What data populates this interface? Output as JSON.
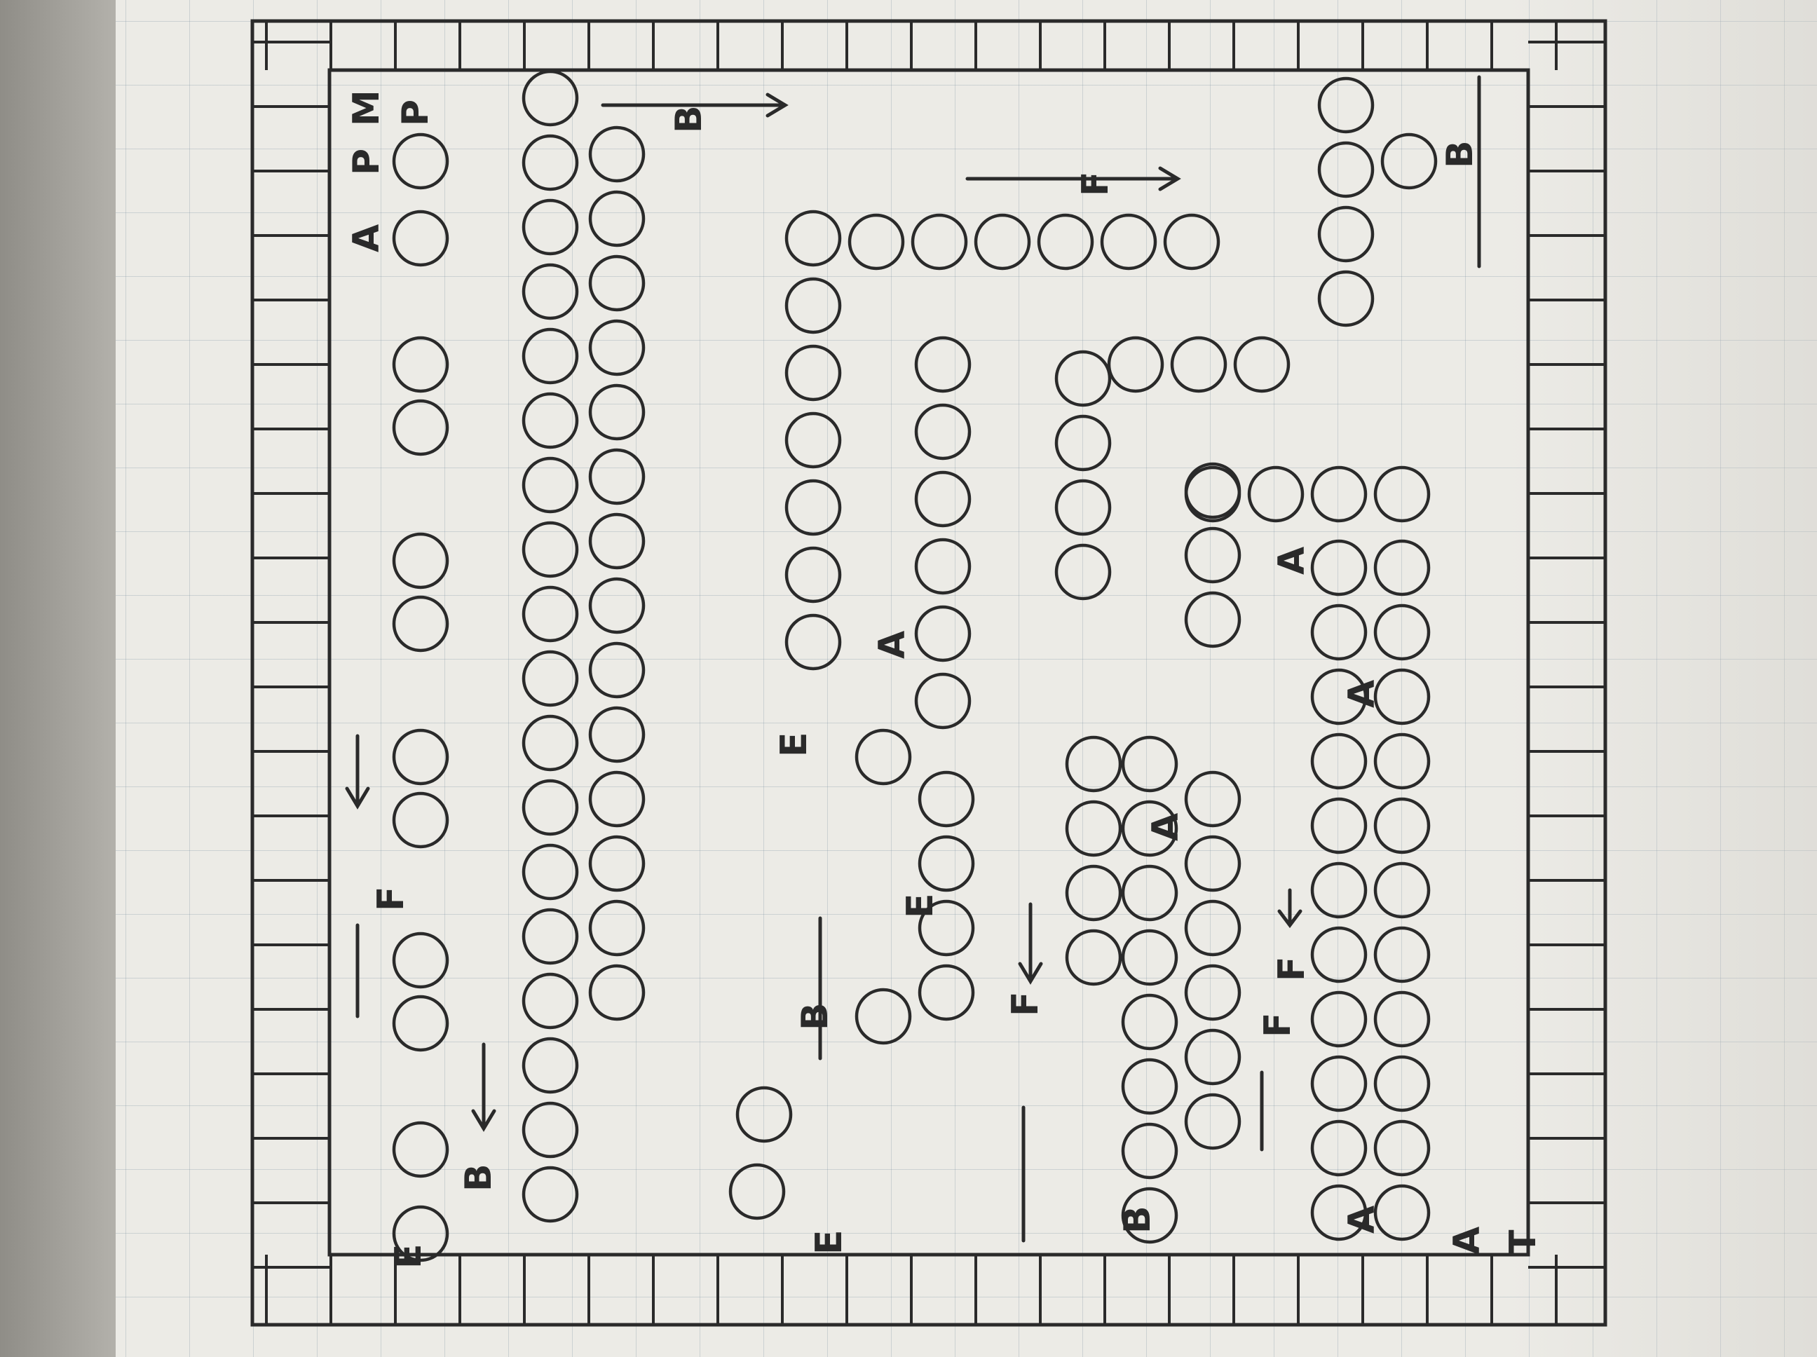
{
  "sketch": {
    "labels": [
      "A",
      "P",
      "M",
      "P",
      "F",
      "B",
      "E",
      "B",
      "A",
      "F",
      "B",
      "B",
      "F",
      "E",
      "E",
      "B",
      "F",
      "A",
      "A",
      "A",
      "F",
      "A",
      "E",
      "A",
      "T"
    ],
    "colors": {
      "ink": "#2a2a2a",
      "paper": "#ecebe6",
      "grid": "#8ca0b4"
    }
  }
}
